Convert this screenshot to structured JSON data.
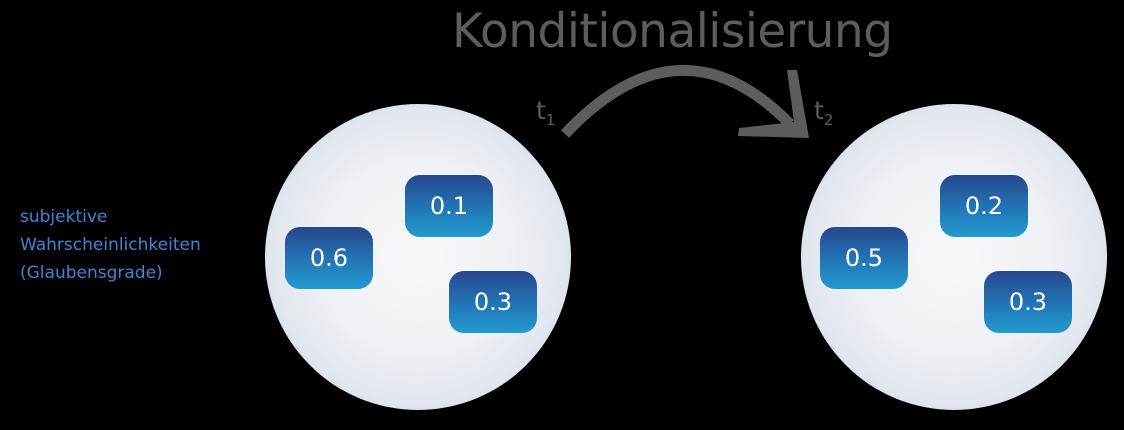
{
  "title": "Konditionalisierung",
  "side_label": [
    "subjektive",
    "Wahrscheinlichkeiten",
    "(Glaubensgrade)"
  ],
  "time_labels": {
    "t1": {
      "base": "t",
      "sub": "1"
    },
    "t2": {
      "base": "t",
      "sub": "2"
    }
  },
  "arrow": {
    "from": "t1",
    "to": "t2",
    "color": "#5d5d5d",
    "icon": "curved-arrow-right"
  },
  "colors": {
    "background": "#000000",
    "title": "#5d5d5d",
    "side_label": "#3d86d4",
    "badge_top": "#27468c",
    "badge_bottom": "#229ad0",
    "circle_center": "#f6f7f9",
    "circle_edge": "#5f7b9a"
  },
  "states": [
    {
      "time": "t1",
      "values": [
        "0.6",
        "0.1",
        "0.3"
      ]
    },
    {
      "time": "t2",
      "values": [
        "0.5",
        "0.2",
        "0.3"
      ]
    }
  ]
}
